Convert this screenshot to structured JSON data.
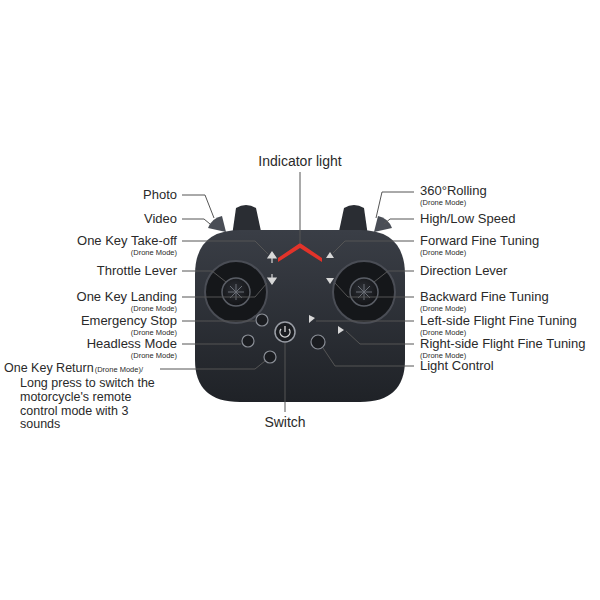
{
  "diagram": {
    "labels": [
      "Indicator light",
      "Photo",
      "Video",
      "One Key Take-off",
      "(Drone Mode)",
      "Throttle Lever",
      "One Key Landing",
      "(Drone Mode)",
      "Emergency Stop",
      "(Drone Mode)",
      "Headless Mode",
      "(Drone Mode)",
      "One Key Return",
      "(Drone Mode)/",
      "Long press to switch the motorcycle's remote control mode with 3 sounds",
      "360°Rolling",
      "(Drone Mode)",
      "High/Low Speed",
      "Forward Fine Tuning",
      "(Drone Mode)",
      "Direction Lever",
      "Backward Fine Tuning",
      "(Drone Mode)",
      "Left-side Flight Fine Tuning",
      "(Drone Mode)",
      "Right-side Flight Fine Tuning",
      "(Drone Mode)",
      "Light Control",
      "Switch"
    ]
  }
}
